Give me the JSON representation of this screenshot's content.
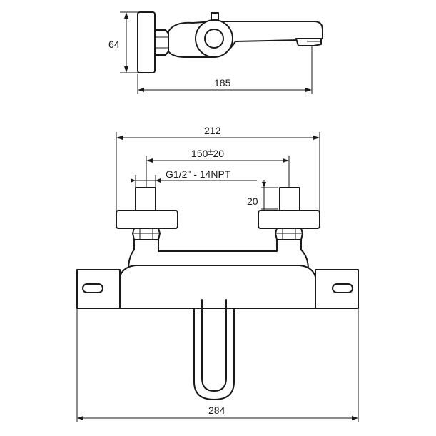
{
  "dimensions": {
    "side_height": "64",
    "side_depth": "185",
    "overall_inlet_span": "212",
    "center_distance_base": "150",
    "center_distance_pm": "±",
    "center_distance_tol": "20",
    "thread": "G1/2\" - 14NPT",
    "inlet_protrusion": "20",
    "overall_width": "284"
  }
}
